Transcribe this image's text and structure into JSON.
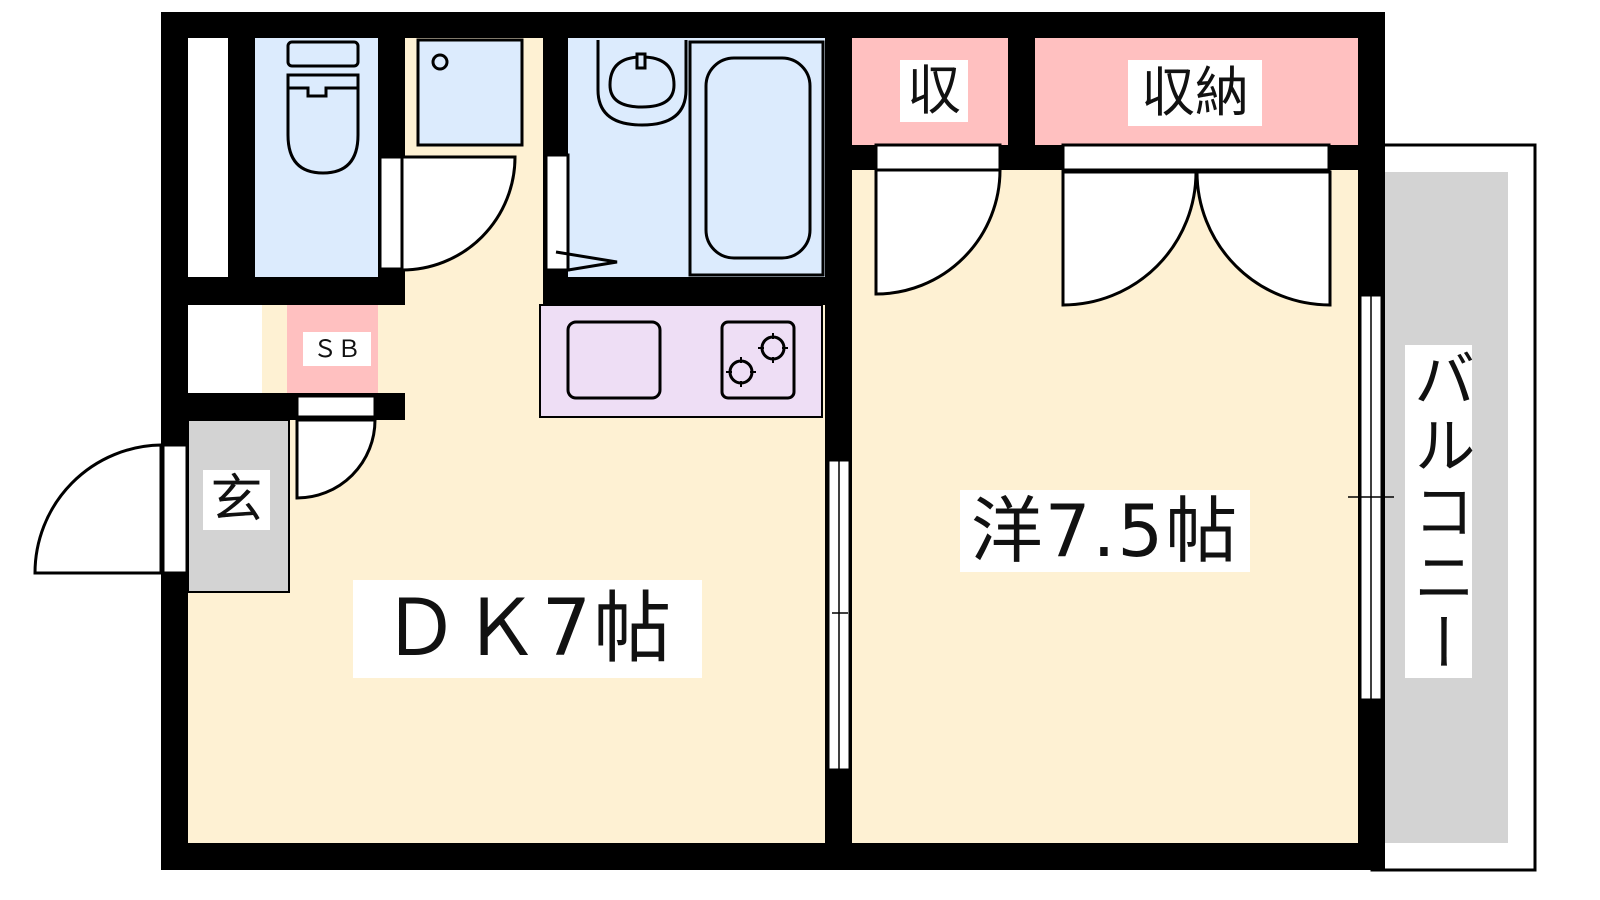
{
  "labels": {
    "dk": "ＤＫ7帖",
    "western": "洋7.5帖",
    "entrance": "玄",
    "balcony": "バルコニー",
    "storage_small": "収",
    "storage": "収納",
    "shoe_box": "ＳＢ"
  },
  "colors": {
    "wall": "#000000",
    "wet_area": "#DCEBFD",
    "living": "#FEF1D3",
    "storage": "#FFC0C0",
    "kitchen": "#EEDEF5",
    "entrance": "#D3D3D3"
  }
}
